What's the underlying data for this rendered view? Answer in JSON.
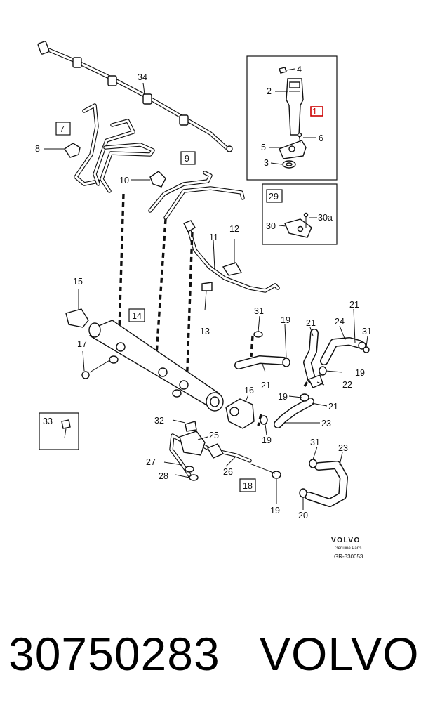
{
  "diagram": {
    "callouts": [
      "1",
      "2",
      "3",
      "4",
      "5",
      "6",
      "7",
      "8",
      "9",
      "10",
      "11",
      "12",
      "13",
      "14",
      "15",
      "16",
      "17",
      "18",
      "19",
      "20",
      "21",
      "22",
      "23",
      "24",
      "25",
      "26",
      "27",
      "28",
      "29",
      "30",
      "30a",
      "31",
      "32",
      "33",
      "34"
    ],
    "highlight_color": "#cc0000",
    "footer": {
      "brand": "VOLVO",
      "subtitle": "Genuine Parts",
      "code": "GR-330053"
    }
  },
  "caption": {
    "part_number": "30750283",
    "brand": "VOLVO"
  }
}
